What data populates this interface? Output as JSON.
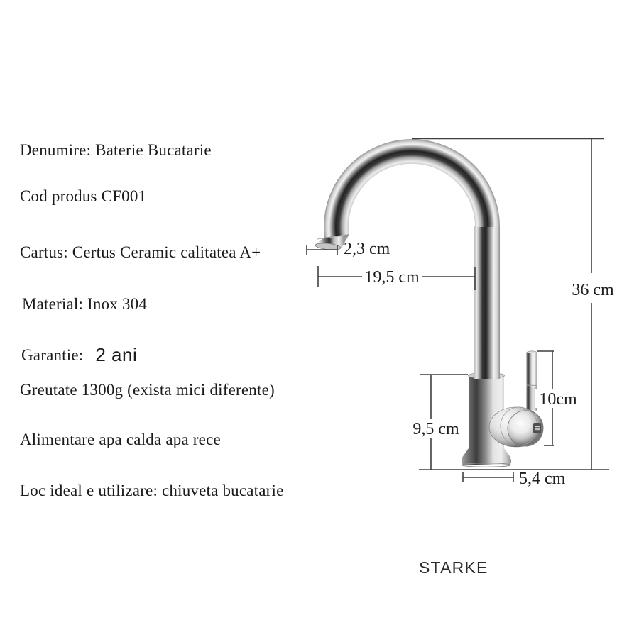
{
  "page": {
    "background": "#ffffff"
  },
  "specs": {
    "denumire": "Denumire: Baterie Bucatarie",
    "cod_produs": "Cod produs CF001",
    "cartus": "Cartus: Certus Ceramic calitatea A+",
    "material": "Material: Inox 304",
    "garantie_label": "Garantie:",
    "garantie_value": "2 ani",
    "greutate": "Greutate 1300g (exista mici diferente)",
    "alimentare": "Alimentare apa calda apa rece",
    "loc_ideal": "Loc ideal e utilizare: chiuveta bucatarie"
  },
  "diagram": {
    "dimensions": {
      "spout_diameter": "2,3 cm",
      "spout_reach": "19,5 cm",
      "total_height": "36 cm",
      "body_height": "9,5 cm",
      "handle_height": "10cm",
      "base_diameter": "5,4 cm"
    },
    "brand": "STARKE"
  },
  "colors": {
    "text": "#1b1b1b",
    "dimension_lines": "#3f3f3f",
    "chrome_highlight": "#f1f1f1",
    "chrome_shadow": "#232323",
    "background": "#ffffff"
  }
}
